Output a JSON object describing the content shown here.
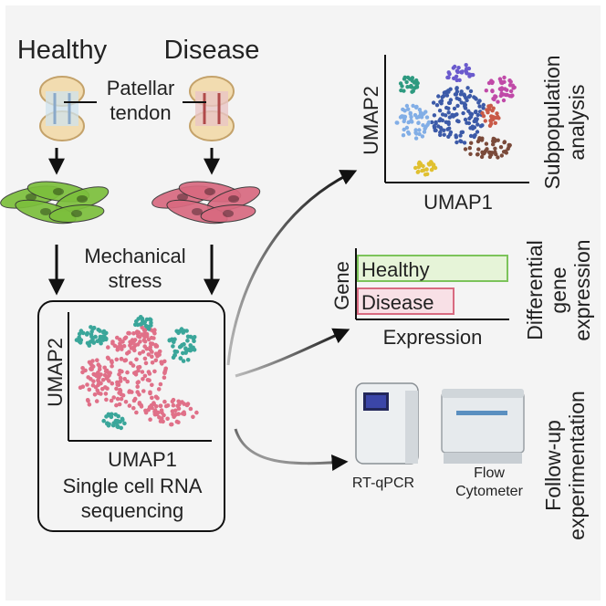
{
  "labels": {
    "healthy": "Healthy",
    "disease": "Disease",
    "tendon_line1": "Patellar",
    "tendon_line2": "tendon",
    "mech_line1": "Mechanical",
    "mech_line2": "stress",
    "seq_line1": "Single cell RNA",
    "seq_line2": "sequencing"
  },
  "umap_main": {
    "xlabel": "UMAP1",
    "ylabel": "UMAP2"
  },
  "subpop": {
    "xlabel": "UMAP1",
    "ylabel": "UMAP2",
    "side_line1": "Subpopulation",
    "side_line2": "analysis"
  },
  "diffexp": {
    "ylabel": "Gene",
    "xlabel": "Expression",
    "bar_healthy": "Healthy",
    "bar_disease": "Disease",
    "side_line1": "Differential",
    "side_line2": "gene",
    "side_line3": "expression",
    "healthy_relative_level": 1.0,
    "disease_relative_level": 0.64
  },
  "followup": {
    "rtqpcr": "RT-qPCR",
    "flow_line1": "Flow",
    "flow_line2": "Cytometer",
    "side_line1": "Follow-up",
    "side_line2": "experimentation"
  },
  "colors": {
    "background": "#f4f4f4",
    "healthy_cells": "#7cbf3c",
    "disease_cells": "#d86a80",
    "cluster_pink": "#e07088",
    "cluster_teal": "#3aa69a",
    "bar_healthy_fill": "#e6f4d8",
    "bar_healthy_stroke": "#7cc35a",
    "bar_disease_fill": "#f8e0e6",
    "bar_disease_stroke": "#d86a80"
  }
}
